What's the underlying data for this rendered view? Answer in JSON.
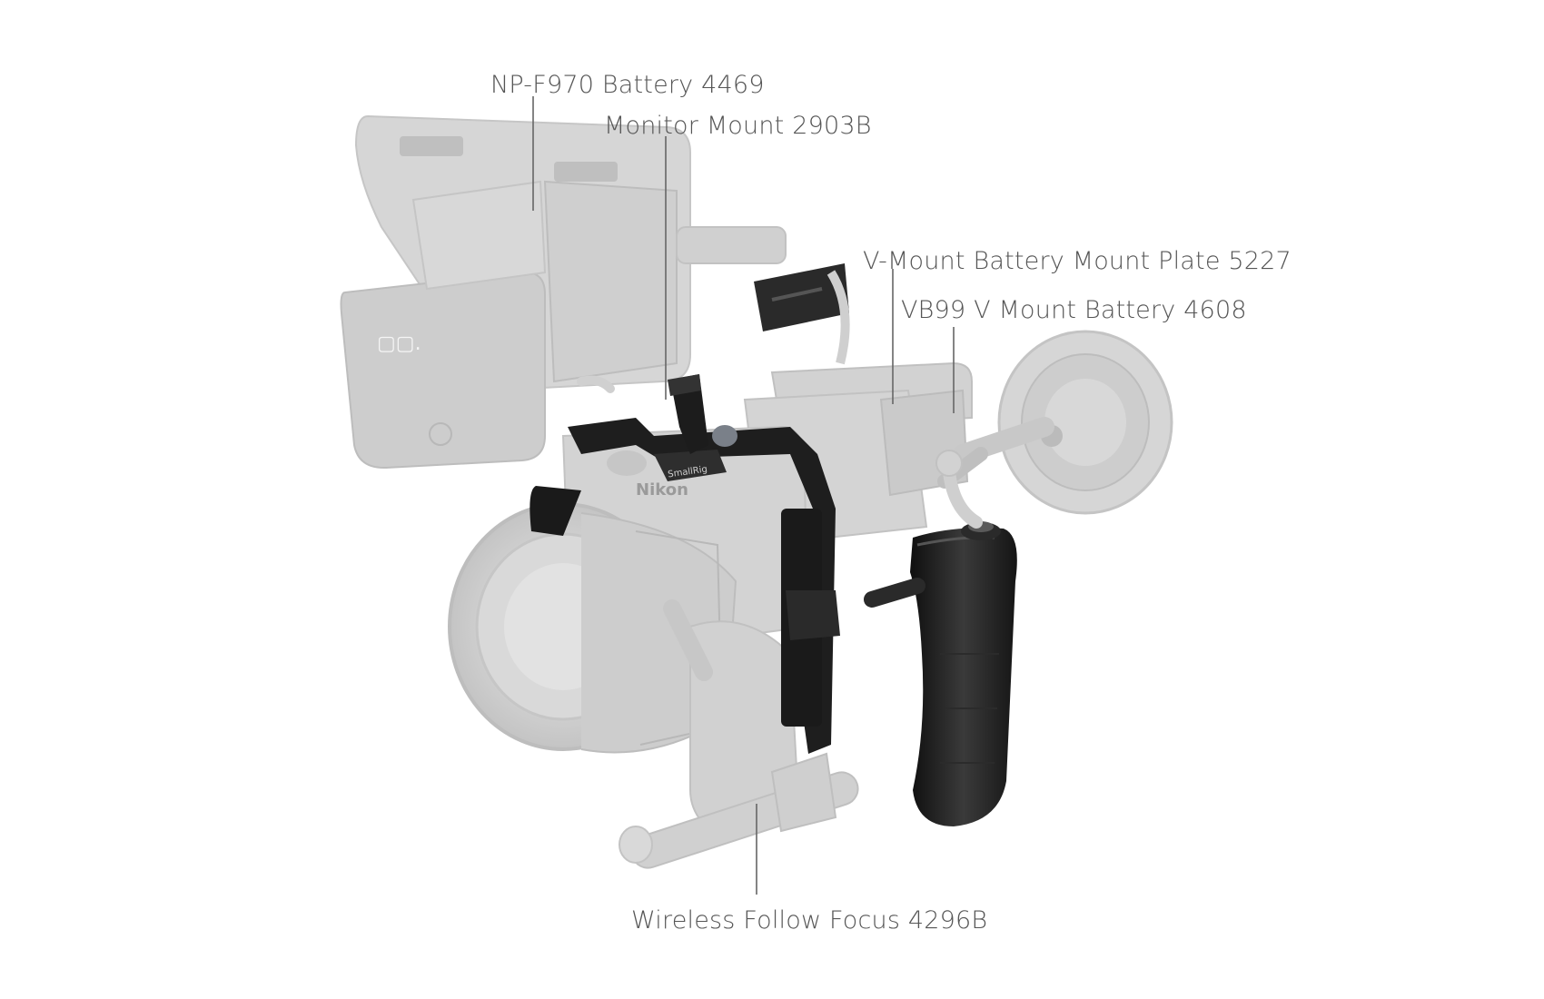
{
  "callouts": {
    "np_battery": "NP-F970 Battery 4469",
    "monitor_mount": "Monitor Mount 2903B",
    "vmount_plate": "V-Mount Battery Mount Plate 5227",
    "vb99_battery": "VB99 V Mount Battery 4608",
    "follow_focus": "Wireless Follow Focus 4296B"
  },
  "product": {
    "camera_brand": "Nikon",
    "cage_brand": "SmallRig"
  },
  "colors": {
    "ghost_gray": "#d4d4d4",
    "ghost_edge": "#c2c2c2",
    "cage_black": "#1f1f1f",
    "label_text": "#555555",
    "leader_line": "#666666"
  }
}
